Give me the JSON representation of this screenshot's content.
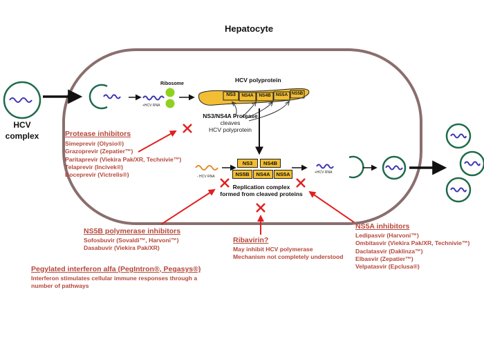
{
  "title": "Hepatocyte",
  "hcv_complex_label": [
    "HCV",
    "complex"
  ],
  "ribosome_label": "Ribosome",
  "hcv_rna_label_top": "+HCV RNA",
  "hcv_rna_label_minus": "- HCV RNA",
  "hcv_rna_label_right": "+HCV RNA",
  "polyprotein_label": "HCV polyprotein",
  "polyprotein_segments": [
    "NS3",
    "NS4A",
    "NS4B",
    "NS5A",
    "NS5B"
  ],
  "protease_text": {
    "line1": "NS3/NS4A Protease",
    "line2": "cleaves",
    "line3": "HCV polyprotein"
  },
  "replication_boxes": {
    "top": [
      "NS3",
      "NS4B"
    ],
    "bottom": [
      "NS5B",
      "NS4A",
      "NS5A"
    ]
  },
  "replication_text": {
    "line1": "Replication complex",
    "line2": "formed from cleaved proteins"
  },
  "protease_inhibitors": {
    "heading": "Protease inhibitors",
    "items": [
      "Simeprevir (Olysio®)",
      "Grazoprevir (Zepatier™)",
      "Paritaprevir (Viekira Pak/XR, Technivie™)",
      "Telaprevir (Incivek®)",
      "Boceprevir (Victrelis®)"
    ]
  },
  "ns5b_inhibitors": {
    "heading": "NS5B polymerase inhibitors",
    "items": [
      "Sofosbuvir (Sovaldi™, Harvoni™)",
      "Dasabuvir (Viekira Pak/XR)"
    ]
  },
  "ribavirin": {
    "heading": "Ribavirin?",
    "items": [
      "May inhibit HCV polymerase",
      "Mechanism not completely understood"
    ]
  },
  "ns5a_inhibitors": {
    "heading": "NS5A inhibitors",
    "items": [
      "Ledipasvir (Harvoni™)",
      "Ombitasvir (Viekira Pak/XR, Technivie™)",
      "Daclatasvir (Daklinza™)",
      "Elbasvir (Zepatier™)",
      "Velpatasvir (Epclusa®)"
    ]
  },
  "peg_interferon": {
    "heading": "Pegylated interferon alfa (PegIntron®, Pegasys®)",
    "items": [
      "Interferon stimulates cellular immune responses through a",
      "number of pathways"
    ]
  },
  "colors": {
    "cell_border": "#8a6e6e",
    "virus_ring": "#1e6a4a",
    "rna": "#3a35b4",
    "minus_rna": "#e28a2a",
    "polyprotein": "#f2be33",
    "ribosome": "#8fd11f",
    "inhibit_red": "#e02020",
    "text_red": "#b5473a"
  }
}
